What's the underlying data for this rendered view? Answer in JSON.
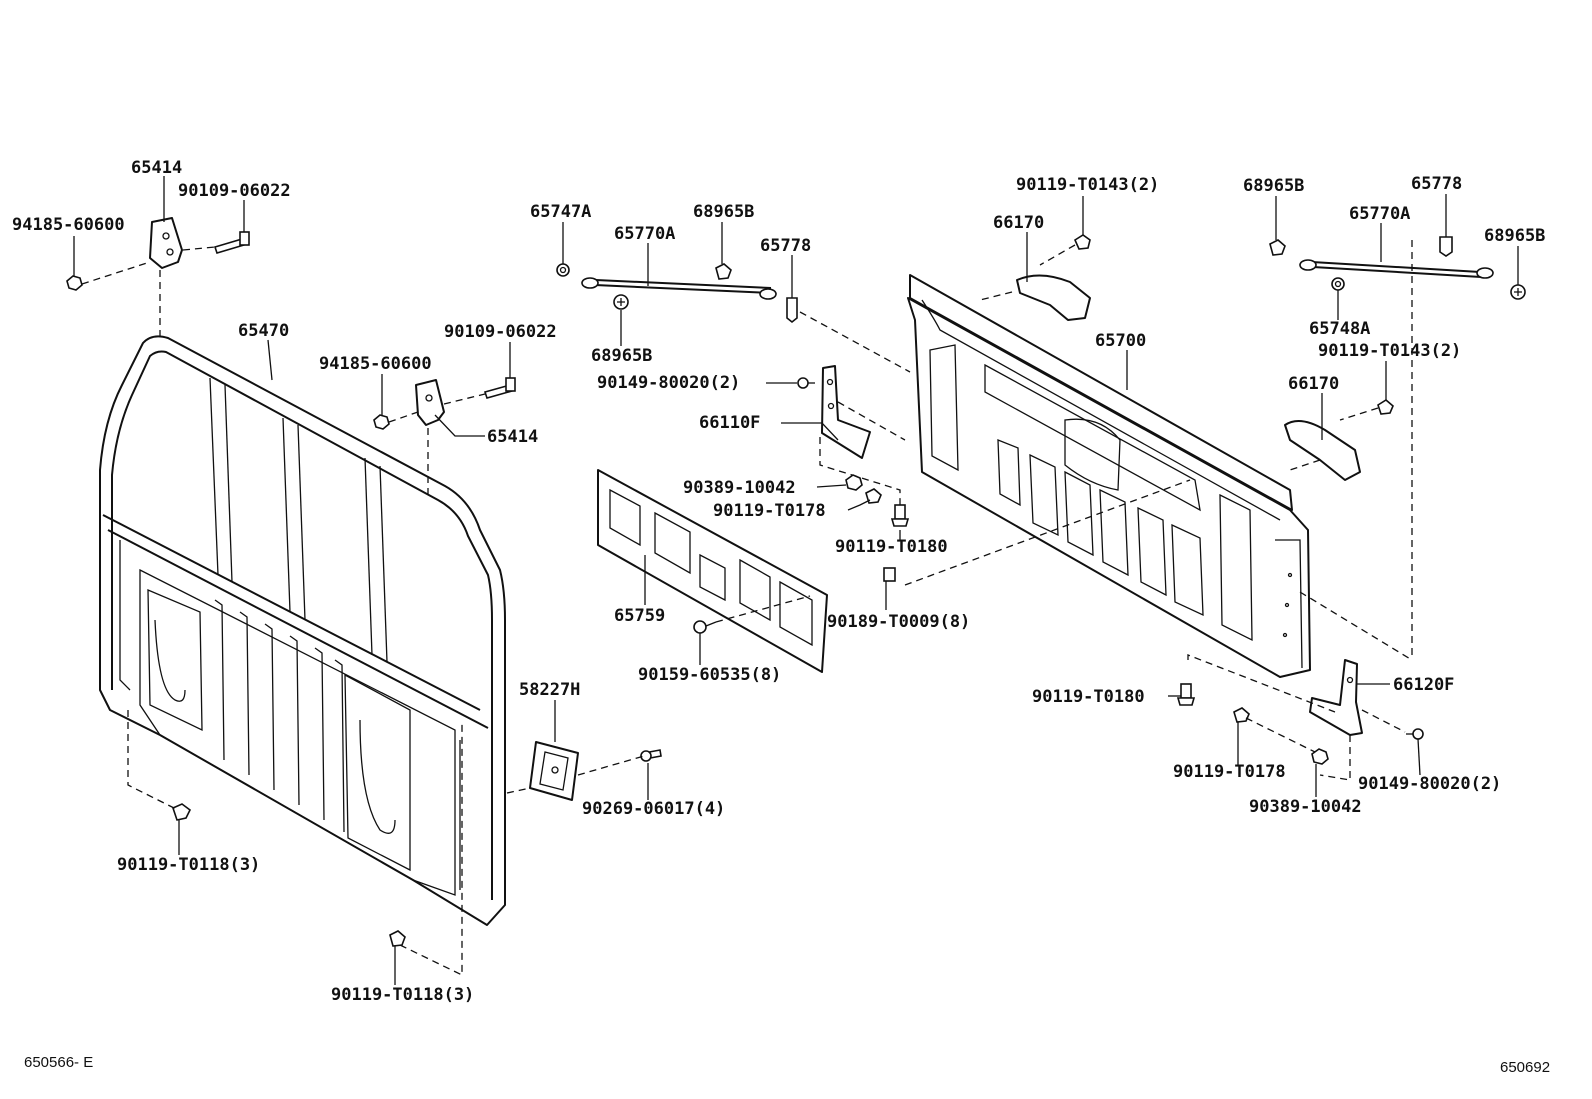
{
  "labels": {
    "p65414_a": "65414",
    "p90109_06022_a": "90109-06022",
    "p94185_60600_a": "94185-60600",
    "p65470": "65470",
    "p90109_06022_b": "90109-06022",
    "p94185_60600_b": "94185-60600",
    "p65414_b": "65414",
    "p65747A": "65747A",
    "p65770A_a": "65770A",
    "p68965B_a": "68965B",
    "p65778_a": "65778",
    "p68965B_b": "68965B",
    "p90149_80020_a": "90149-80020(2)",
    "p66110F": "66110F",
    "p90389_10042_a": "90389-10042",
    "p90119_T0178_a": "90119-T0178",
    "p90119_T0180_a": "90119-T0180",
    "p90119_T0143_a": "90119-T0143(2)",
    "p66170_a": "66170",
    "p65700": "65700",
    "p68965B_c": "68965B",
    "p65778_b": "65778",
    "p65770A_b": "65770A",
    "p68965B_d": "68965B",
    "p65748A": "65748A",
    "p90119_T0143_b": "90119-T0143(2)",
    "p66170_b": "66170",
    "p65759": "65759",
    "p90189_T0009": "90189-T0009(8)",
    "p90159_60535": "90159-60535(8)",
    "p58227H": "58227H",
    "p90269_06017": "90269-06017(4)",
    "p90119_T0118_a": "90119-T0118(3)",
    "p90119_T0118_b": "90119-T0118(3)",
    "p66120F": "66120F",
    "p90119_T0180_b": "90119-T0180",
    "p90119_T0178_b": "90119-T0178",
    "p90389_10042_b": "90389-10042",
    "p90149_80020_b": "90149-80020(2)"
  },
  "codes": {
    "left": "650566- E",
    "right": "650692"
  }
}
